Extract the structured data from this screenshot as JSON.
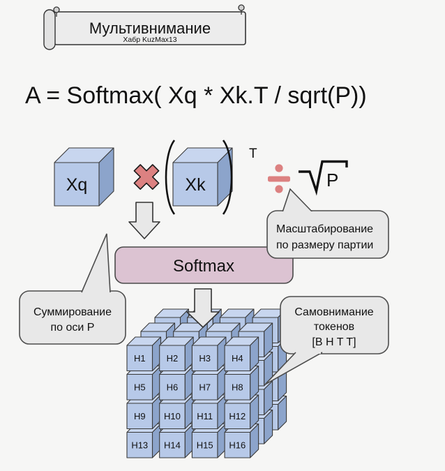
{
  "banner": {
    "title": "Мультивнимание",
    "subtitle": "Хабр KuzMax13"
  },
  "formula": "A = Softmax( Xq * Xk.T / sqrt(P))",
  "operands": {
    "query_cube_label": "Xq",
    "key_cube_label": "Xk",
    "transpose_superscript": "T",
    "sqrt_argument": "P"
  },
  "softmax": {
    "label": "Softmax"
  },
  "callouts": {
    "scaling": {
      "line1": "Масштабирование",
      "line2": "по размеру партии"
    },
    "summation": {
      "line1": "Суммирование",
      "line2": "по оси P"
    },
    "self_attention": {
      "line1": "Самовнимание",
      "line2": "токенов",
      "line3": "[B H T T]"
    }
  },
  "stack": {
    "labels": [
      "H1",
      "H2",
      "H3",
      "H4",
      "H5",
      "H6",
      "H7",
      "H8",
      "H9",
      "H10",
      "H11",
      "H12",
      "H13",
      "H14",
      "H15",
      "H16"
    ]
  },
  "colors": {
    "background": "#f6f6f5",
    "cube_front": "#b7c9e8",
    "cube_top": "#c8d6ef",
    "cube_right": "#8ca4cb",
    "cube_stroke": "#3a3a3a",
    "operator_red": "#dc8181",
    "softmax_fill": "#dcc3d2",
    "bubble_fill": "#e8e8e8",
    "bubble_stroke": "#4d4d4d",
    "arrow_fill": "#e8e8e8",
    "banner_fill": "#ececec"
  }
}
